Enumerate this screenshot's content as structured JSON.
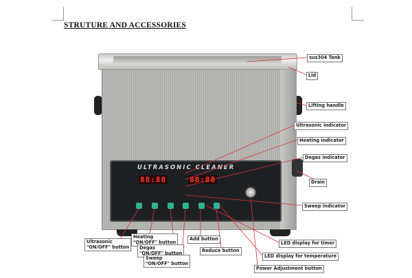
{
  "title": "STRUTURE AND ACCESSORIES",
  "device": {
    "brand": "ULTRASONIC CLEANER",
    "display_left": "88:88",
    "display_right": "88:88"
  },
  "labels": {
    "tank": "sus304 Tank",
    "lid": "Lid",
    "handle": "Lifting handle",
    "ultra_ind": "Ultrasonic indicator",
    "heat_ind": "Heating indicator",
    "degas_ind": "Degas indicator",
    "drain": "Drain",
    "sweep_ind": "Sweep indicator",
    "ultra_btn": "Ultrasonic\n\"ON/OFF\" button",
    "heat_btn": "Heating\n\"ON/OFF\" button",
    "degas_btn": "Degas\n\"ON/OFF\" button",
    "sweep_btn": "Sweep\n\"ON/OFF\" button",
    "add_btn": "Add button",
    "reduce_btn": "Reduce button",
    "timer": "LED display for timer",
    "temp": "LED display for temperature",
    "power": "Power Adjustment button"
  },
  "colors": {
    "leader": "#e0303a",
    "button": "#2fb394"
  }
}
